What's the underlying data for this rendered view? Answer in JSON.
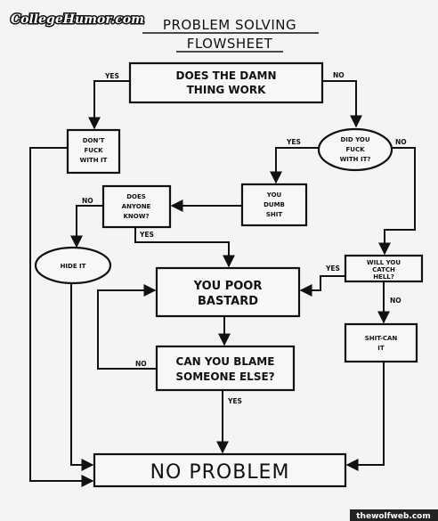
{
  "header": {
    "logo": "CollegeHumor.com",
    "title_line1": "PROBLEM SOLVING",
    "title_line2": "FLOWSHEET"
  },
  "nodes": {
    "works": [
      "DOES THE DAMN",
      "THING WORK"
    ],
    "dont_fuck": [
      "DON'T",
      "FUCK",
      "WITH IT"
    ],
    "did_you_fuck": [
      "DID YOU",
      "FUCK",
      "WITH IT?"
    ],
    "dumb": [
      "YOU",
      "DUMB",
      "SHIT"
    ],
    "anyone_know": [
      "DOES",
      "ANYONE",
      "KNOW?"
    ],
    "hide_it": [
      "HIDE IT"
    ],
    "poor_bastard": [
      "YOU POOR",
      "BASTARD"
    ],
    "catch_hell": [
      "WILL YOU",
      "CATCH",
      "HELL?"
    ],
    "shitcan": [
      "SHIT-CAN",
      "IT"
    ],
    "blame": [
      "CAN YOU BLAME",
      "SOMEONE ELSE?"
    ],
    "no_problem": [
      "NO PROBLEM"
    ]
  },
  "edge_labels": {
    "yes": "YES",
    "no": "NO"
  },
  "footer": {
    "credit": "thewolfweb.com"
  }
}
